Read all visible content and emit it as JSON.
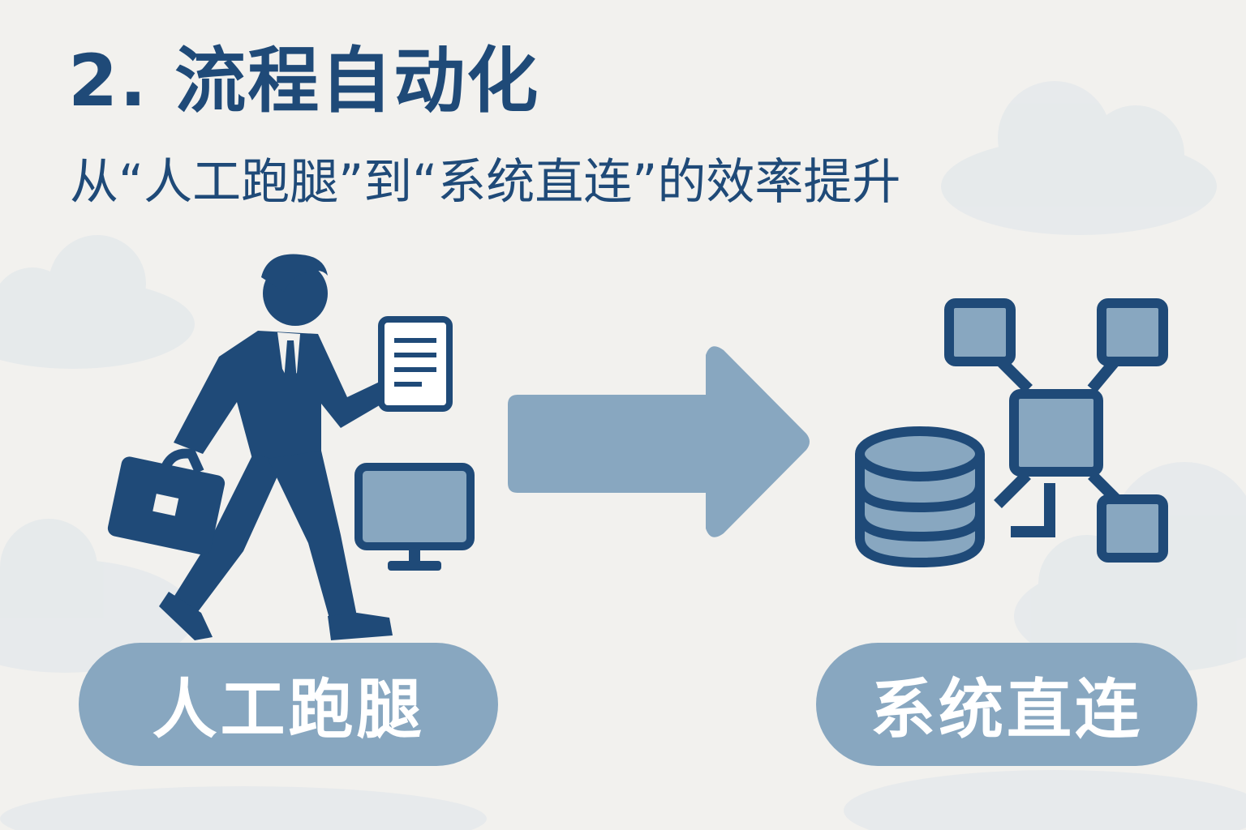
{
  "header": {
    "title": "2. 流程自动化",
    "subtitle": "从“人工跑腿”到“系统直连”的效率提升"
  },
  "left": {
    "label": "人工跑腿",
    "icons": [
      "running-businessman-icon",
      "briefcase-icon",
      "document-icon",
      "monitor-icon"
    ]
  },
  "right": {
    "label": "系统直连",
    "icons": [
      "database-icon",
      "network-nodes-icon"
    ]
  },
  "arrow": {
    "icon": "arrow-right-icon"
  },
  "colors": {
    "background": "#f2f1ee",
    "primary": "#1f4a78",
    "accent": "#88a7c0",
    "cloud": "#e4e8ea"
  }
}
